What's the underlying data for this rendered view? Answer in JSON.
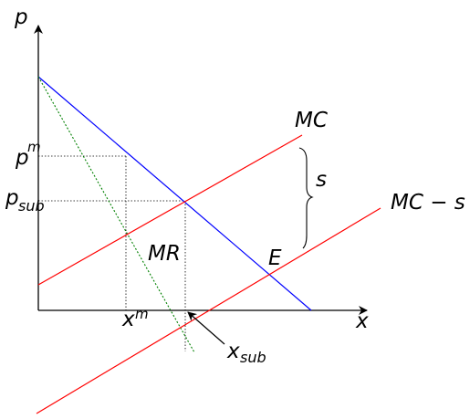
{
  "labels": {
    "y_axis": "p",
    "x_axis": "x",
    "p_monopoly_base": "p",
    "p_monopoly_sup": "m",
    "p_sub_base": "p",
    "p_sub_subscript": "sub",
    "x_monopoly_base": "x",
    "x_monopoly_sup": "m",
    "x_sub_base": "x",
    "x_sub_subscript": "sub",
    "mc": "MC",
    "mc_minus_s": "MC − s",
    "s": "s",
    "mr": "MR",
    "e": "E"
  },
  "colors": {
    "axes": "#000000",
    "demand": "#0000ff",
    "marginal_cost": "#ff0000",
    "marginal_revenue": "#008000",
    "guides": "#000000"
  }
}
